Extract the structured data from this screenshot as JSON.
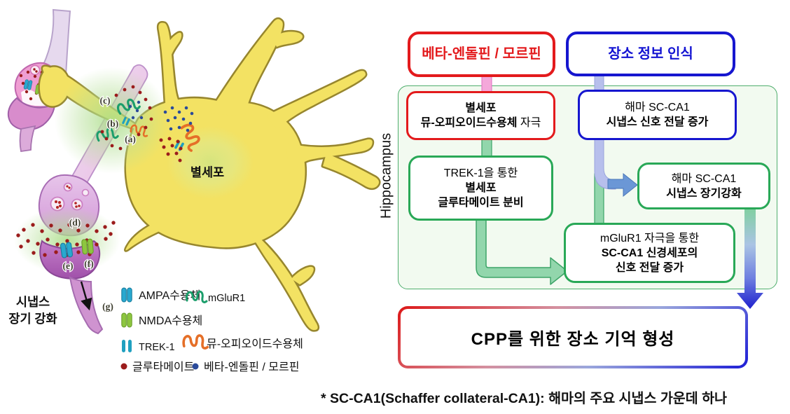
{
  "illustration": {
    "astrocyte_label": "별세포",
    "ltp_label_line1": "시냅스",
    "ltp_label_line2": "장기 강화",
    "markers": {
      "a": "(a)",
      "b": "(b)",
      "c": "(c)",
      "d": "(d)",
      "e": "(e)",
      "f": "(f)",
      "g": "(g)"
    },
    "legend": {
      "ampa": "AMPA수용체",
      "nmda": "NMDA수용체",
      "trek": "TREK-1",
      "mglur1": "mGluR1",
      "mu_opioid": "뮤-오피오이드수용체",
      "glutamate": "글루타메이트",
      "beta_endorphin": "베타-엔돌핀 / 모르핀"
    }
  },
  "flowchart": {
    "hippocampus_label": "Hippocampus",
    "beta_morphine_box": {
      "label": "베타-엔돌핀 / 모르핀"
    },
    "place_box": {
      "label": "장소 정보 인식"
    },
    "astro_receptor_box": {
      "line1": "별세포",
      "line2_bold": "뮤-오피오이드수용체",
      "line2_normal": " 자극"
    },
    "sc_ca1_signal_box": {
      "line1": "해마 SC-CA1",
      "line2": "시냅스 신호 전달 증가"
    },
    "trek_box": {
      "line1": "TREK-1을 통한",
      "line2": "별세포",
      "line3": "글루타메이트 분비"
    },
    "ltp_box": {
      "line1": "해마 SC-CA1",
      "line2": "시냅스 장기강화"
    },
    "mglur_box": {
      "line1": "mGluR1 자극을 통한",
      "line2": "SC-CA1 신경세포의",
      "line3": "신호 전달 증가"
    },
    "cpp_box": {
      "label": "CPP를 위한 장소 기억 형성"
    }
  },
  "footnote": "* SC-CA1(Schaffer collateral-CA1): 해마의 주요 시냅스 가운데 하나",
  "colors": {
    "red_accent": "#e31a1c",
    "blue_accent": "#1616cf",
    "green_accent": "#29a857",
    "container_fill": "#f2faf0",
    "pink_connector": "#f4a8da",
    "lavender_connector": "#b7bfec",
    "blue_arrow": "#6b97d6",
    "green_arrow": "#92d6ac",
    "astrocyte_yellow": "#f3e263",
    "glutamate_red": "#9b1c1c",
    "endorphin_blue": "#2a4a9a",
    "ampa_teal": "#29a8cf",
    "nmda_green": "#8dc63f",
    "trek_teal": "#20a0c0",
    "mglur1_green": "#1b9e6b",
    "mu_opioid_orange": "#e56f28"
  }
}
